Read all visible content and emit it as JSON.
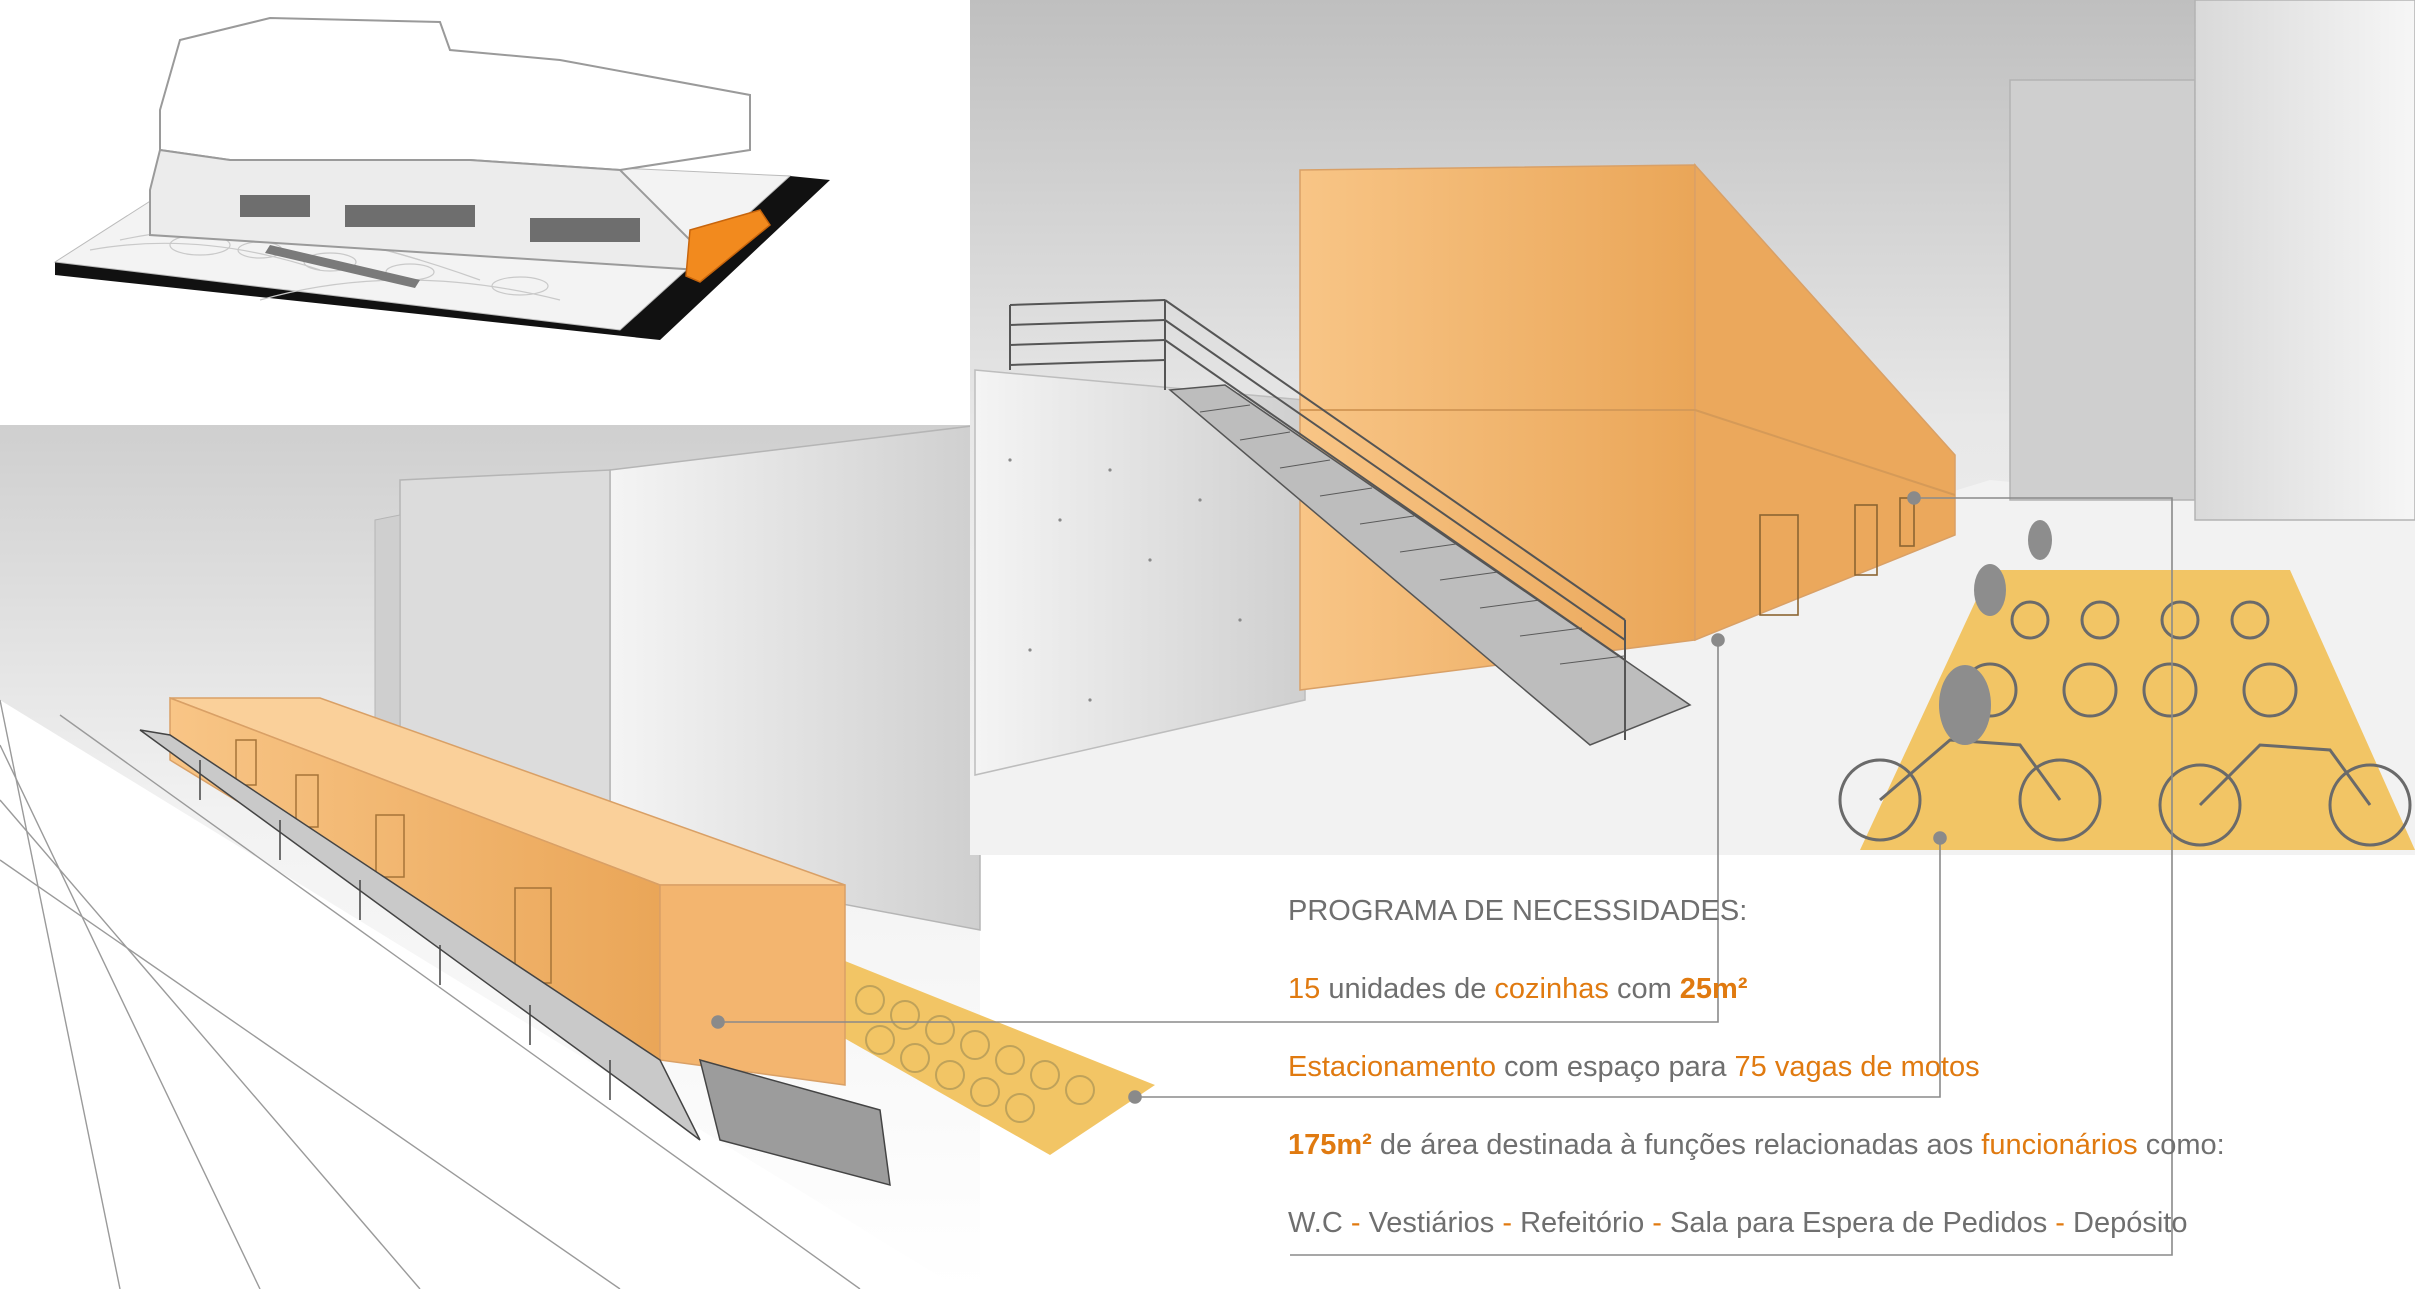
{
  "colors": {
    "orange_volume": "#f6bf7a",
    "orange_dark": "#e9a65a",
    "orange_text": "#e07a10",
    "bike_area": "#f2c565",
    "text_gray": "#6f6f6f",
    "leader_line": "#8a8a8a",
    "highlight_site": "#f28a1e"
  },
  "program": {
    "heading": "PROGRAMA DE NECESSIDADES:",
    "line1": {
      "n": "15",
      "t1": " unidades de ",
      "h1": "cozinhas",
      "t2": " com ",
      "h2": "25m²"
    },
    "line2": {
      "h1": "Estacionamento",
      "t1": " com espaço para ",
      "h2": "75 vagas de motos"
    },
    "line3": {
      "h1": "175m²",
      "t1": "  de área destinada  à funções relacionadas aos ",
      "h2": "funcionários",
      "t2": " como:"
    },
    "line4": {
      "i1": "W.C ",
      "s1": " - ",
      "i2": "  Vestiários",
      "s2": " - ",
      "i3": "Refeitório",
      "s3": " - ",
      "i4": "Sala para Espera de Pedidos",
      "s4": " - ",
      "i5": "Depósito"
    }
  }
}
